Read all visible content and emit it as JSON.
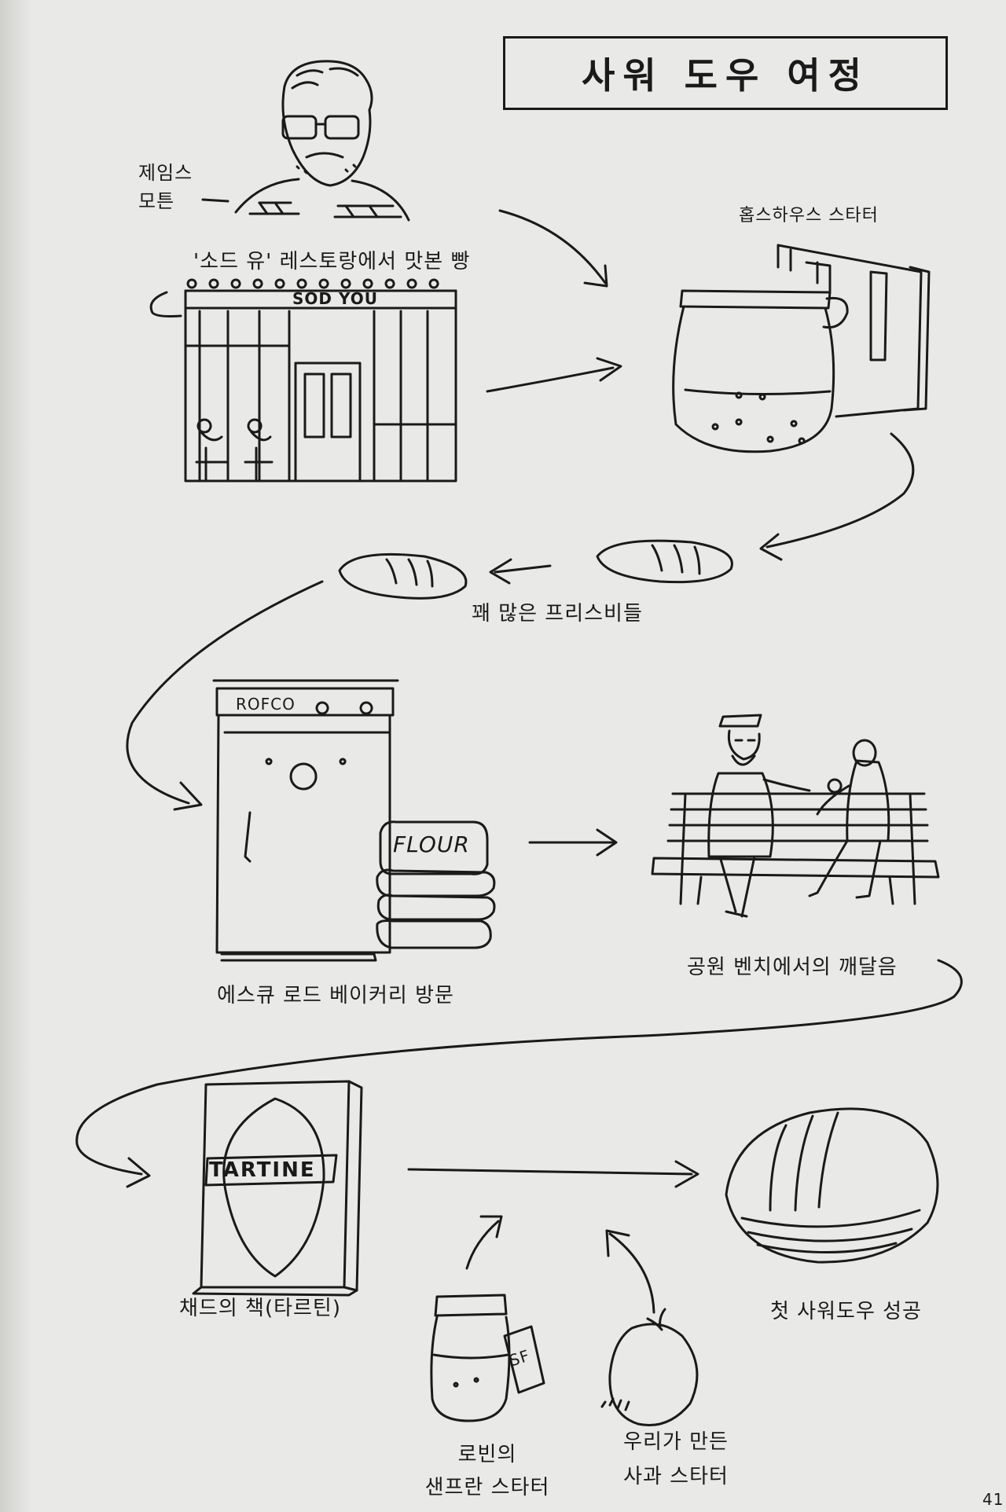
{
  "title": "사워 도우 여정",
  "nodes": {
    "person_name_line1": "제임스",
    "person_name_line2": "모튼",
    "restaurant_caption": "'소드 유' 레스토랑에서 맛본 빵",
    "restaurant_sign": "SOD YOU",
    "starter_caption": "홉스하우스 스타터",
    "frisbee_caption": "꽤 많은 프리스비들",
    "oven_brand": "ROFCO",
    "flour_label": "FLOUR",
    "bakery_caption": "에스큐 로드 베이커리 방문",
    "bench_caption": "공원 벤치에서의 깨달음",
    "book_label": "TARTINE",
    "book_caption": "채드의 책(타르틴)",
    "success_caption": "첫 사워도우 성공",
    "robin_line1": "로빈의",
    "robin_line2": "샌프란 스타터",
    "jar_tag": "SF",
    "apple_line1": "우리가 만든",
    "apple_line2": "사과 스타터"
  },
  "page_number": "41",
  "colors": {
    "ink": "#1a1a1a",
    "paper": "#e9e9e7"
  }
}
